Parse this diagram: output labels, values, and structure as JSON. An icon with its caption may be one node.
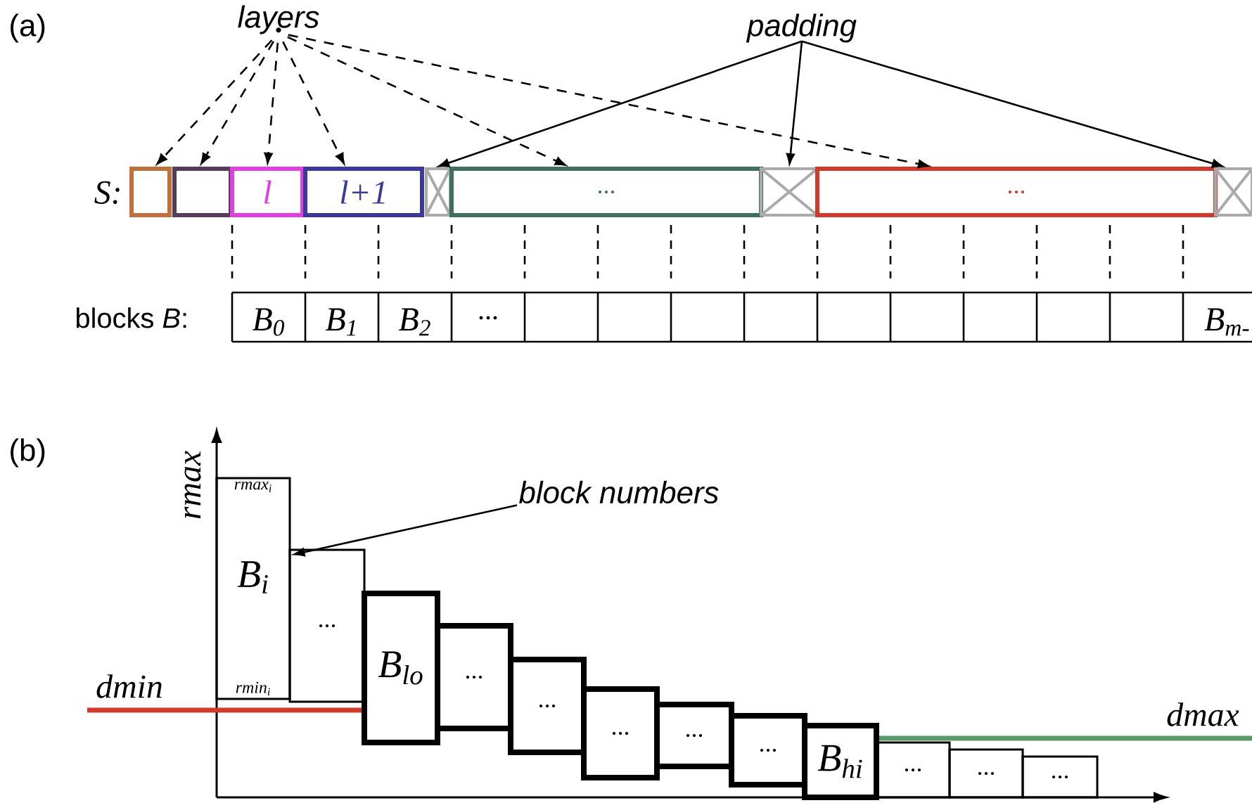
{
  "diagram": {
    "nodes": [
      {
        "text": [
          "layers"
        ]
      },
      {
        "text": [
          "padding"
        ]
      },
      {
        "text": [],
        "shape": "box"
      },
      {
        "text": [],
        "shape": "box"
      },
      {
        "text": [
          "l"
        ]
      },
      {
        "text": [
          "l+1"
        ]
      },
      {
        "text": [],
        "shape": "box"
      },
      {
        "text": [
          "..."
        ]
      },
      {
        "text": [],
        "shape": "box"
      },
      {
        "text": [
          "..."
        ]
      },
      {
        "text": [],
        "shape": "box"
      },
      {
        "text": [
          "block numbers"
        ]
      },
      {
        "text": [
          "rmax$_{i}$",
          "B$_{i}$",
          "rmin$_{i}$"
        ]
      },
      {
        "text": [
          "..."
        ]
      },
      {
        "text": [
          "B$_{lo}$"
        ]
      },
      {
        "text": [
          "..."
        ]
      },
      {
        "text": [
          "..."
        ]
      },
      {
        "text": [
          "..."
        ]
      },
      {
        "text": [
          "..."
        ]
      },
      {
        "text": [
          "..."
        ]
      },
      {
        "text": [
          "B$_{hi}$"
        ]
      },
      {
        "text": [
          "..."
        ]
      },
      {
        "text": [
          "..."
        ]
      },
      {
        "text": [
          "..."
        ]
      }
    ],
    "edges": [
      {
        "from": 0,
        "to": 2,
        "arrow": "to",
        "style": "dashed"
      },
      {
        "from": 0,
        "to": 3,
        "arrow": "to",
        "style": "dashed"
      },
      {
        "from": 0,
        "to": 4,
        "arrow": "to",
        "style": "dashed"
      },
      {
        "from": 0,
        "to": 5,
        "arrow": "to",
        "style": "dashed"
      },
      {
        "from": 0,
        "to": 7,
        "arrow": "to",
        "style": "dashed"
      },
      {
        "from": 0,
        "to": 9,
        "arrow": "to",
        "style": "dashed"
      },
      {
        "from": 1,
        "to": 6,
        "arrow": "to"
      },
      {
        "from": 1,
        "to": 8,
        "arrow": "to"
      },
      {
        "from": 1,
        "to": 10,
        "arrow": "to"
      },
      {
        "from": 11,
        "to": 12,
        "arrow": "to"
      }
    ],
    "labels": [
      "(a)",
      "S:",
      "blocks *B*:",
      "B$_{0}$",
      "B$_{1}$",
      "B$_{2}$",
      "...",
      "B$_{m-}$",
      "(b)",
      "rmax",
      "dmin",
      "dmax"
    ]
  }
}
